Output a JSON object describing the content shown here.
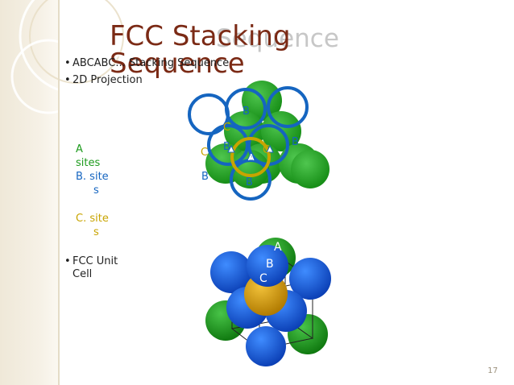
{
  "slide": {
    "title": "FCC Stacking Sequence",
    "title_line1": "FCC Stacking",
    "title_line2": "Sequence",
    "title_shadow": "Sequence",
    "page_number": "17"
  },
  "bullets": [
    "ABCABC... Stacking Sequence",
    "2D Projection",
    "FCC Unit Cell"
  ],
  "bullet_fcc_line1": "FCC Unit",
  "bullet_fcc_line2": "Cell",
  "legend": {
    "a_line1": "A",
    "a_line2": "sites",
    "b_line1": "B. site",
    "b_line2": "s",
    "c_line1": "C. site",
    "c_line2": "s"
  },
  "projection_labels": {
    "b_top": "B",
    "c_top": "C",
    "b_mid": "B",
    "a_mid": "A",
    "c_mid": "C",
    "b_right": "B",
    "c_left": "C",
    "b_left": "B",
    "b_bottom": "B"
  },
  "unit_cell_labels": {
    "a": "A",
    "b": "B",
    "c": "C"
  },
  "colors": {
    "a_sites": "#1e9b1e",
    "b_sites": "#1565c0",
    "c_sites": "#c8a400",
    "title": "#7b2a15"
  }
}
